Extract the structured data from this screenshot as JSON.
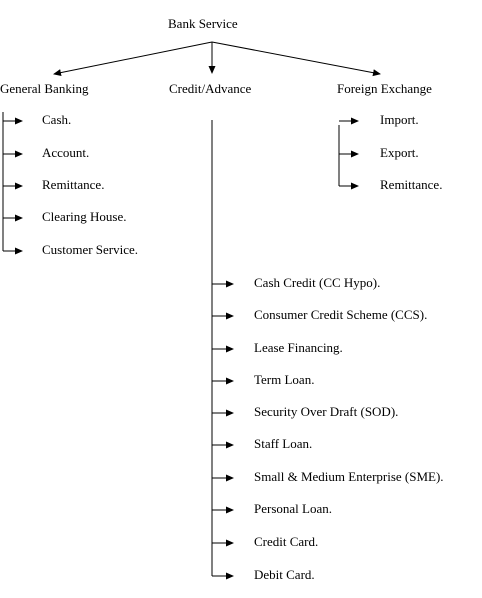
{
  "root": {
    "label": "Bank Service"
  },
  "branches": [
    {
      "id": "general-banking",
      "label": "General Banking",
      "items": [
        "Cash.",
        "Account.",
        "Remittance.",
        "Clearing House.",
        "Customer Service."
      ]
    },
    {
      "id": "credit-advance",
      "label": "Credit/Advance",
      "items": [
        "Cash Credit (CC Hypo).",
        "Consumer Credit Scheme (CCS).",
        "Lease Financing.",
        "Term Loan.",
        "Security Over Draft (SOD).",
        "Staff Loan.",
        "Small & Medium Enterprise (SME).",
        "Personal Loan.",
        "Credit Card.",
        "Debit Card."
      ]
    },
    {
      "id": "foreign-exchange",
      "label": "Foreign Exchange",
      "items": [
        "Import.",
        "Export.",
        "Remittance."
      ]
    }
  ]
}
